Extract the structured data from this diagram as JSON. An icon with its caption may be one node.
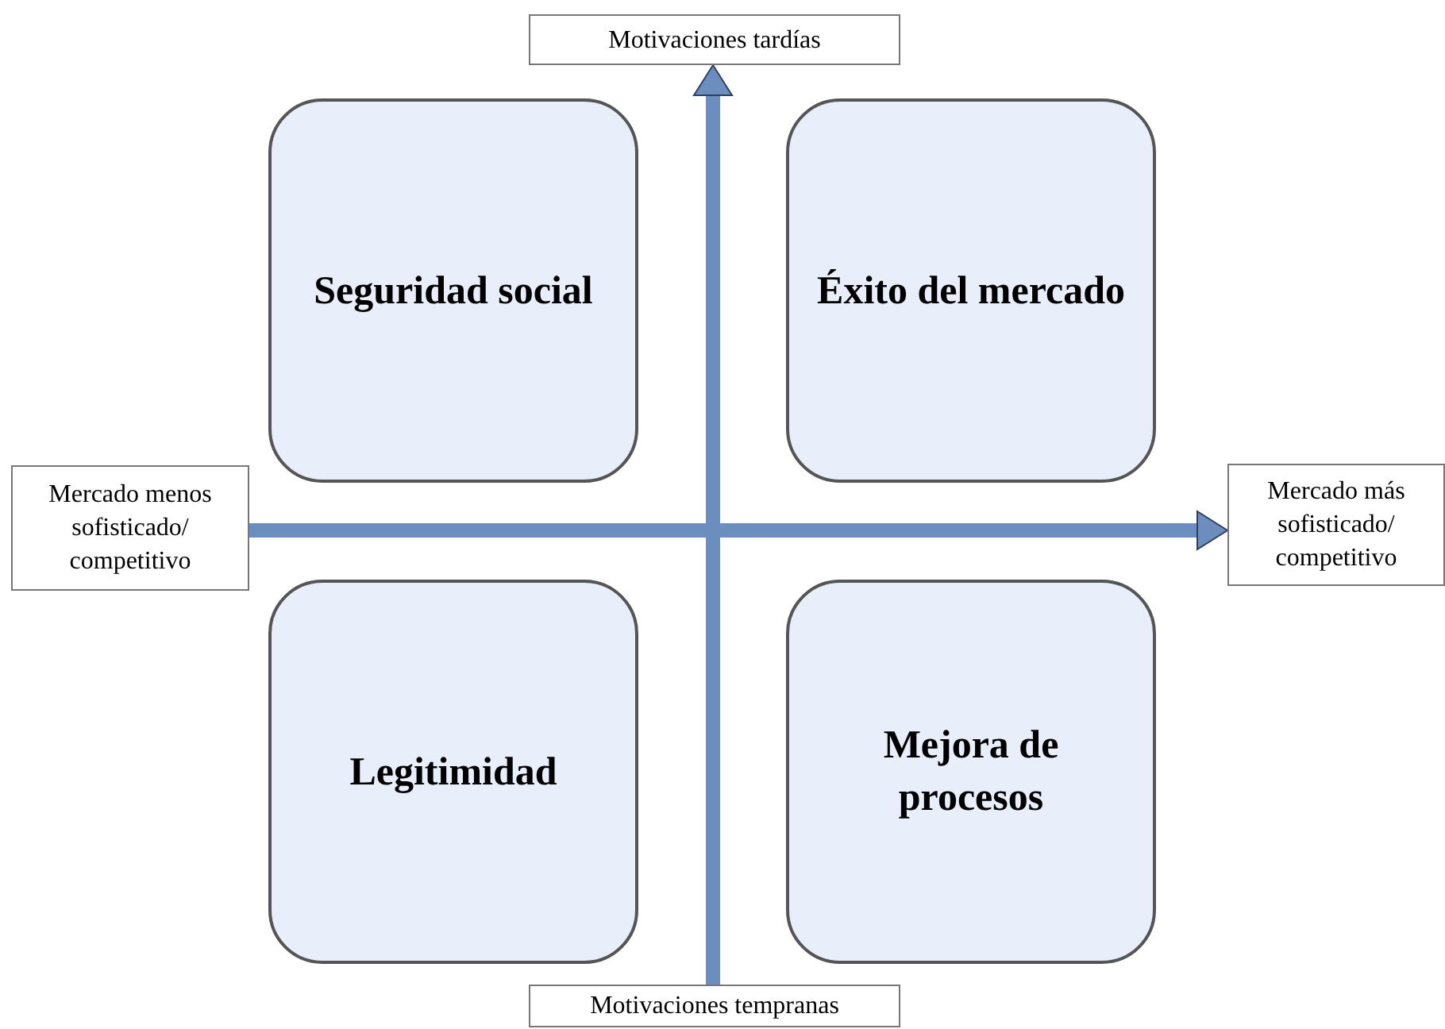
{
  "diagram": {
    "nodes": [
      {
        "text": [
          "Motivaciones tardías"
        ]
      },
      {
        "text": [
          "Seguridad social"
        ]
      },
      {
        "text": [
          "Éxito del mercado"
        ]
      },
      {
        "text": [
          "Mercado menos sofisticado/ competitivo"
        ]
      },
      {
        "text": [
          "Mercado más sofisticado/ competitivo"
        ]
      },
      {
        "text": [
          "Legitimidad"
        ]
      },
      {
        "text": [
          "Mejora de procesos"
        ]
      },
      {
        "text": [
          "Motivaciones tempranas"
        ]
      }
    ],
    "edges": [
      {
        "from": 3,
        "to": 4,
        "arrow": "to"
      },
      {
        "from": 7,
        "to": 0,
        "arrow": "to"
      }
    ]
  }
}
